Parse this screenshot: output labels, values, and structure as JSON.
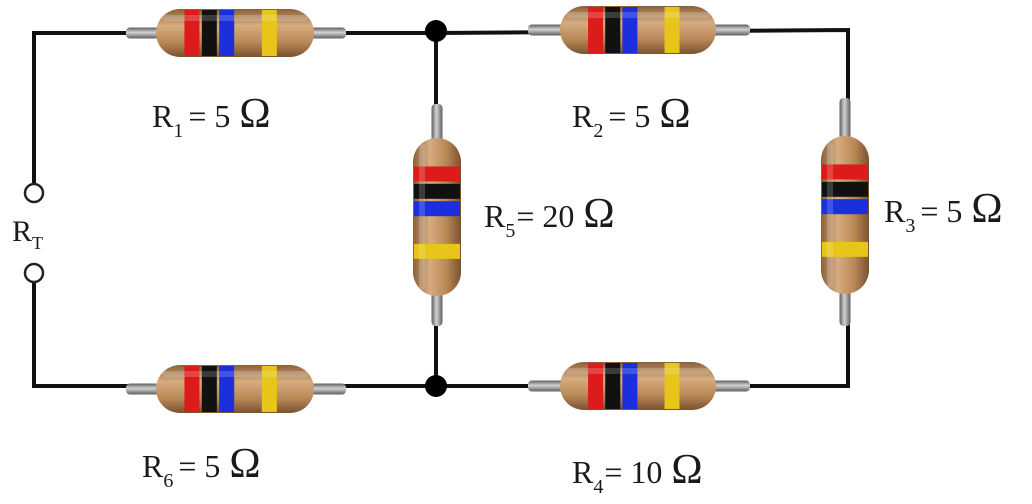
{
  "colors": {
    "wire": "#111111",
    "node": "#000000",
    "body": "#b88756",
    "body_highlight": "#d6ac80",
    "lead": "#8c8c8c",
    "band1": "#dd1b1b",
    "band2": "#111111",
    "band3": "#1b2fdc",
    "band4": "#e7c51a"
  },
  "terminal": {
    "letter": "R",
    "sub": "T"
  },
  "resistors": [
    {
      "id": "r1",
      "letter": "R",
      "sub": "1",
      "value": "= 5",
      "unit": "Ω"
    },
    {
      "id": "r2",
      "letter": "R",
      "sub": "2",
      "value": "= 5",
      "unit": "Ω"
    },
    {
      "id": "r3",
      "letter": "R",
      "sub": "3",
      "value": "= 5",
      "unit": "Ω"
    },
    {
      "id": "r4",
      "letter": "R",
      "sub": "4",
      "value": "= 10",
      "unit": "Ω"
    },
    {
      "id": "r5",
      "letter": "R",
      "sub": "5",
      "value": "= 20",
      "unit": "Ω"
    },
    {
      "id": "r6",
      "letter": "R",
      "sub": "6",
      "value": "= 5",
      "unit": "Ω"
    }
  ]
}
